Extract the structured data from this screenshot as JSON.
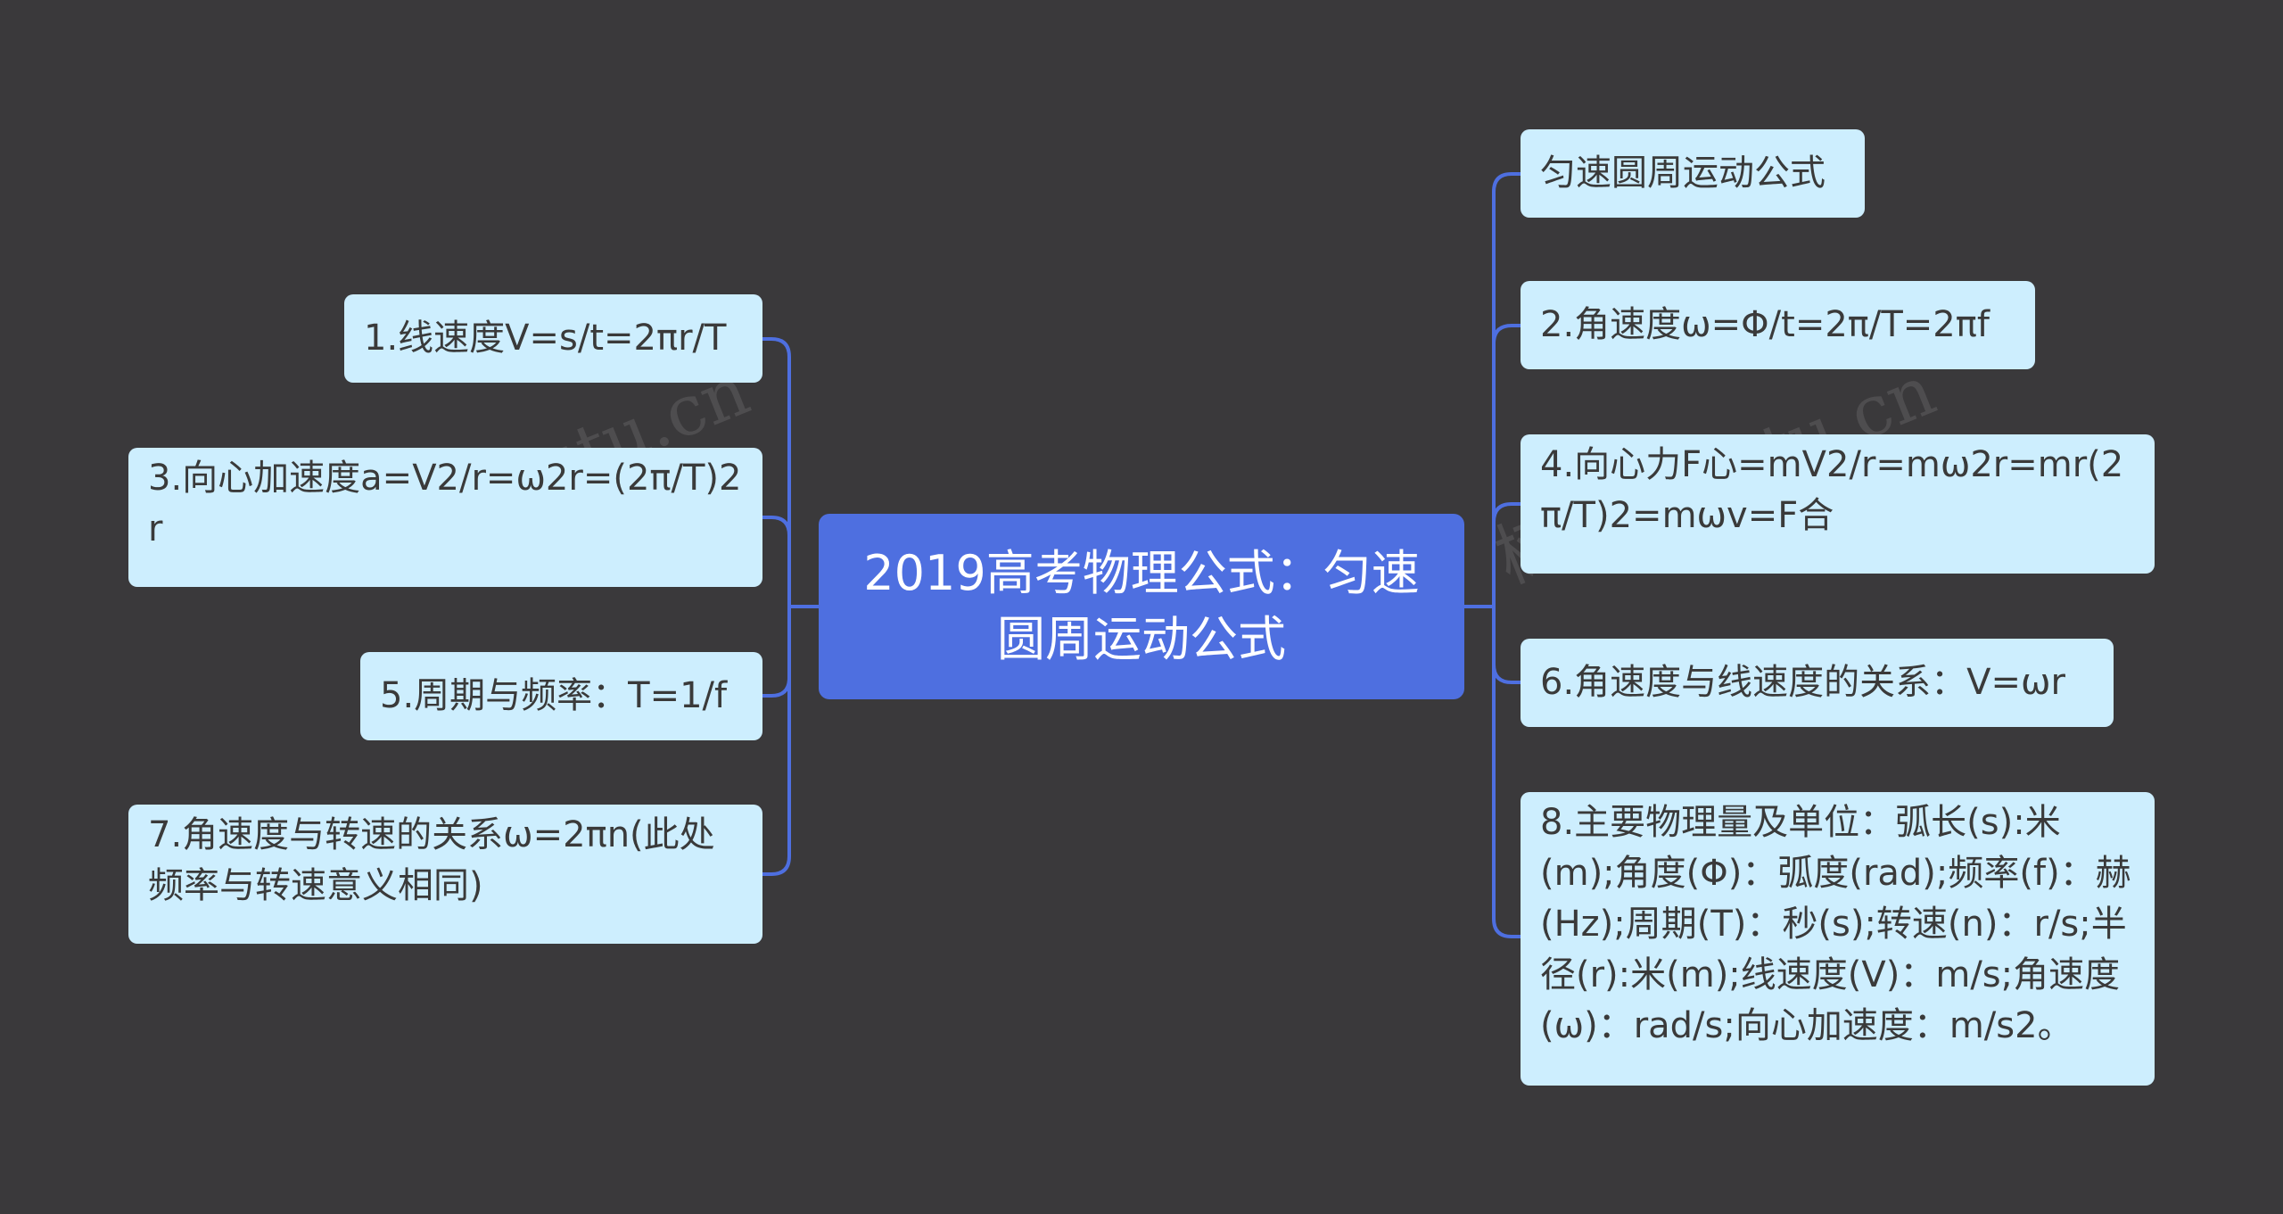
{
  "root": {
    "label": "2019高考物理公式：匀速圆周运动公式"
  },
  "left_nodes": [
    "1.线速度V=s/t=2πr/T",
    "3.向心加速度a=V2/r=ω2r=(2π/T)2r",
    "5.周期与频率：T=1/f",
    "7.角速度与转速的关系ω=2πn(此处频率与转速意义相同)"
  ],
  "right_nodes": [
    "匀速圆周运动公式",
    "2.角速度ω=Φ/t=2π/T=2πf",
    "4.向心力F心=mV2/r=mω2r=mr(2π/T)2=mωv=F合",
    "6.角速度与线速度的关系：V=ωr",
    "8.主要物理量及单位：弧长(s):米(m);角度(Φ)：弧度(rad);频率(f)：赫(Hz);周期(T)：秒(s);转速(n)：r/s;半径(r):米(m);线速度(V)：m/s;角速度(ω)：rad/s;向心加速度：m/s2。"
  ],
  "watermarks": [
    "树图 shutu.cn",
    "树图 shutu.cn"
  ],
  "colors": {
    "background": "#3a393b",
    "root_fill": "#4e6fe0",
    "node_fill": "#cdeefe",
    "connector": "#4e6fe0"
  }
}
